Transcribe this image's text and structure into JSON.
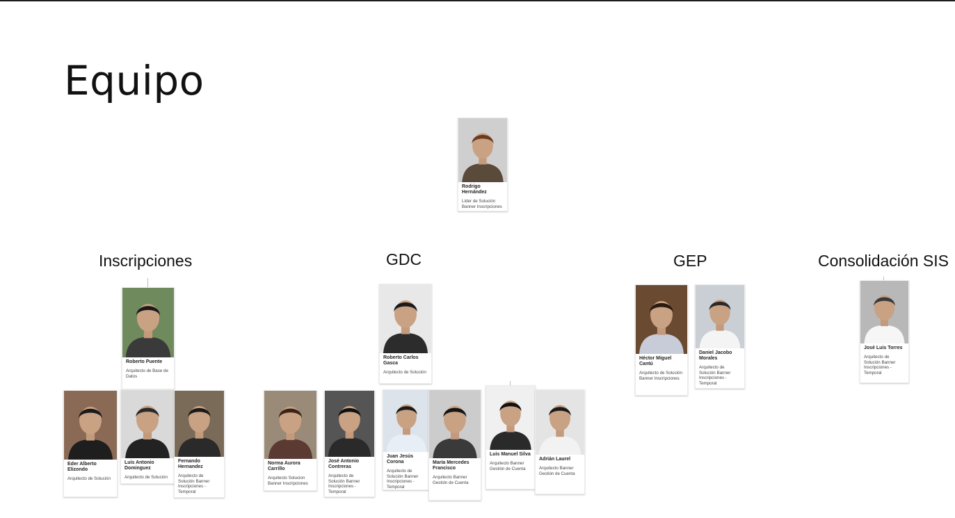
{
  "slide": {
    "title": "Equipo",
    "sections": {
      "inscripciones": "Inscripciones",
      "gdc": "GDC",
      "gep": "GEP",
      "consolidacion": "Consolidación SIS"
    }
  },
  "people": {
    "lead": {
      "name": "Rodrigo Hernández",
      "role": "Líder de Solución Banner Inscripciones",
      "bg": "#cfcfcf",
      "shirt": "#5a4a3a",
      "hair": "#6b3b1f"
    },
    "roberto_p": {
      "name": "Roberto Puente",
      "role": "Arquitecto de Base de Datos",
      "bg": "#6f8a5c",
      "shirt": "#3a3a3a",
      "hair": "#1a1a1a"
    },
    "eder": {
      "name": "Eder Alberto Elizondo",
      "role": "Arquitecto de Solución",
      "bg": "#8a6a55",
      "shirt": "#1e1e1e",
      "hair": "#1a1a1a"
    },
    "luis_d": {
      "name": "Luis Antonio Dominguez",
      "role": "Arquitecto de Solución",
      "bg": "#d9d9d9",
      "shirt": "#222222",
      "hair": "#2a2a2a"
    },
    "fernando": {
      "name": "Fernando Hernandez",
      "role": "Arquitecto de Solución Banner Inscripciones - Temporal",
      "bg": "#7a6a58",
      "shirt": "#2a2a2a",
      "hair": "#1a1a1a"
    },
    "roberto_g": {
      "name": "Roberto Carlos Gasca",
      "role": "Arquitecto de Solución",
      "bg": "#e8e8e8",
      "shirt": "#2c2c2c",
      "hair": "#1a1a1a"
    },
    "norma": {
      "name": "Norma Aurora Carrillo",
      "role": "Arquitecto Solucion Banner Inscripciones",
      "bg": "#9a8a78",
      "shirt": "#5a3a32",
      "hair": "#3a2418"
    },
    "jose_a": {
      "name": "José Antonio Contreras",
      "role": "Arquitecto de Solución Banner Inscripciones - Temporal",
      "bg": "#555555",
      "shirt": "#2a2a2a",
      "hair": "#111111"
    },
    "juan": {
      "name": "Juan Jesús Corona",
      "role": "Arquitecto de Solución Banner Inscripciones - Temporal",
      "bg": "#dde3ea",
      "shirt": "#e8eef5",
      "hair": "#1a1a1a"
    },
    "maria": {
      "name": "María Mercedes Francisco",
      "role": "Arquitecto Banner Gestión de Cuenta",
      "bg": "#cccccc",
      "shirt": "#3a3a3a",
      "hair": "#151515"
    },
    "luis_s": {
      "name": "Luis Manuel Silva",
      "role": "Arquitecto Banner Gestión de Cuenta",
      "bg": "#f0f0f0",
      "shirt": "#2a2a2a",
      "hair": "#111111"
    },
    "adrian": {
      "name": "Adrián Laurel",
      "role": "Arquitecto Banner Gestión de Cuenta",
      "bg": "#e4e4e4",
      "shirt": "#f2f2f2",
      "hair": "#1a1a1a"
    },
    "hector": {
      "name": "Héctor Miguel Cantú",
      "role": "Arquitecto de Solución Banner Inscripciones",
      "bg": "#6a4a30",
      "shirt": "#c8ccd8",
      "hair": "#2a1a10"
    },
    "daniel": {
      "name": "Daniel Jacobo Morales",
      "role": "Arquitecto de Solución Banner Inscripciones - Temporal",
      "bg": "#c9cfd4",
      "shirt": "#f4f4f4",
      "hair": "#2a2a2a"
    },
    "jose_l": {
      "name": "José Luis Torres",
      "role": "Arquitecto de Solución Banner Inscripciones - Temporal",
      "bg": "#b8b8b8",
      "shirt": "#f6f6f6",
      "hair": "#3a3a3a"
    }
  }
}
